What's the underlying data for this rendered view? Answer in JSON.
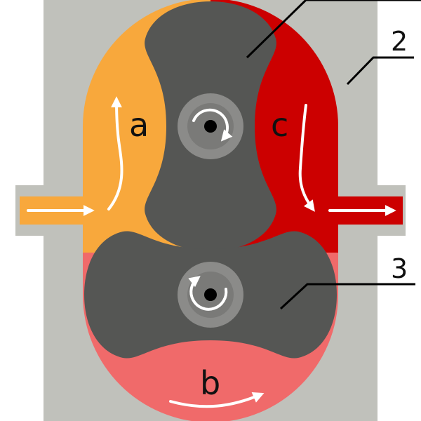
{
  "labels": {
    "chamber_inlet": "a",
    "chamber_bottom": "b",
    "chamber_outlet": "c",
    "callout_housing": "2",
    "callout_lower_lobe": "3"
  },
  "colors": {
    "housing": "#c0c1bb",
    "inlet_fluid": "#f8a83c",
    "outlet_fluid": "#cc0000",
    "bottom_fluid": "#f06a6a",
    "lobe": "#555654",
    "hub_outer": "#8b8b89",
    "hub_inner": "#7a7a78",
    "arrow": "#ffffff",
    "leader_line": "#000000"
  },
  "icons": {
    "upper_rotation": "clockwise-rotation-icon",
    "lower_rotation": "counterclockwise-rotation-icon"
  }
}
